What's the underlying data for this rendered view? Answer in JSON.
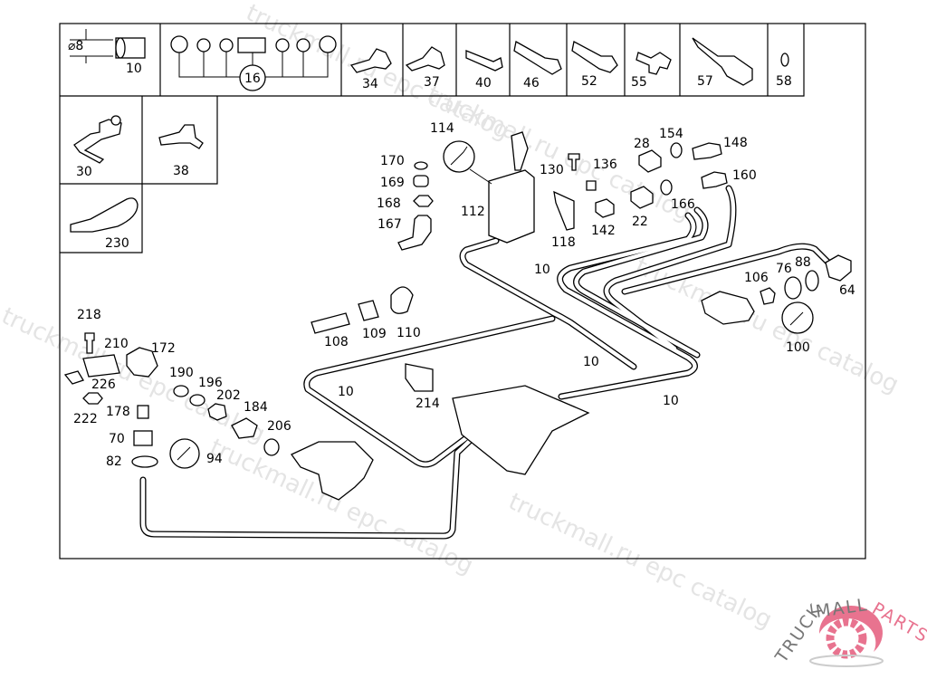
{
  "diagram": {
    "header_cells": [
      {
        "id": "10",
        "note": "⌀8"
      },
      {
        "id": "16"
      },
      {
        "id": "34"
      },
      {
        "id": "37"
      },
      {
        "id": "40"
      },
      {
        "id": "46"
      },
      {
        "id": "52"
      },
      {
        "id": "55"
      },
      {
        "id": "57"
      },
      {
        "id": "58"
      }
    ],
    "side_cells": [
      {
        "id": "30"
      },
      {
        "id": "38"
      },
      {
        "id": "230"
      }
    ],
    "callouts": [
      "114",
      "170",
      "169",
      "168",
      "167",
      "112",
      "130",
      "136",
      "118",
      "142",
      "28",
      "154",
      "148",
      "160",
      "22",
      "166",
      "10",
      "106",
      "76",
      "88",
      "64",
      "100",
      "108",
      "109",
      "110",
      "218",
      "210",
      "172",
      "190",
      "196",
      "226",
      "202",
      "184",
      "222",
      "178",
      "206",
      "70",
      "82",
      "94",
      "10",
      "214",
      "10",
      "10"
    ],
    "watermark": "truckmall.ru epc catalog",
    "logo": {
      "text_left": "TRUCKMALL",
      "text_right": "PARTS",
      "color_gray": "#777777",
      "color_pink": "#e8738f"
    }
  }
}
